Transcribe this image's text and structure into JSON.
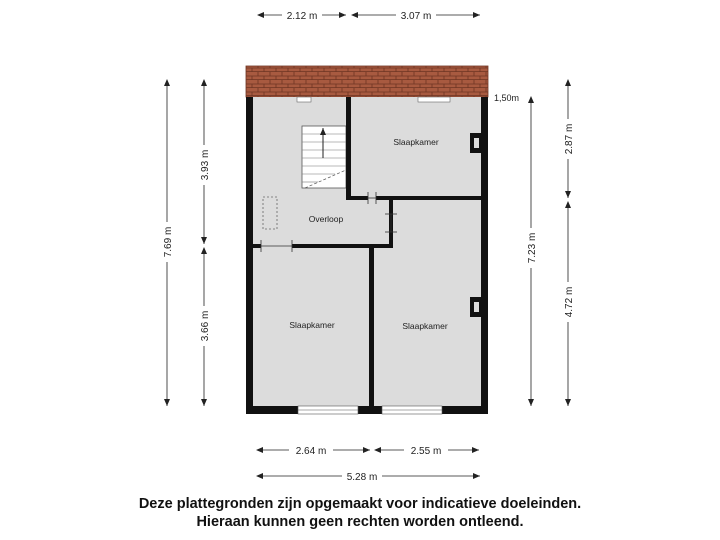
{
  "colors": {
    "wall": "#111111",
    "floor": "#dcdcdc",
    "roof": "#a85a40",
    "dimension_line": "#222222"
  },
  "dimensions": {
    "top_left": "2.12 m",
    "top_right": "3.07 m",
    "left_total": "7.69 m",
    "left_upper": "3.93 m",
    "left_lower": "3.66 m",
    "right_total": "7.23 m",
    "right_upper": "2.87 m",
    "right_lower": "4.72 m",
    "bottom_left": "2.64 m",
    "bottom_right": "2.55 m",
    "bottom_total": "5.28 m",
    "height_note": "1,50m"
  },
  "rooms": {
    "bedroom_top_right": "Slaapkamer",
    "landing": "Overloop",
    "bedroom_bottom_left": "Slaapkamer",
    "bedroom_bottom_right": "Slaapkamer"
  },
  "disclaimer": {
    "line1": "Deze plattegronden zijn opgemaakt voor indicatieve doeleinden.",
    "line2": "Hieraan kunnen geen rechten worden ontleend."
  }
}
